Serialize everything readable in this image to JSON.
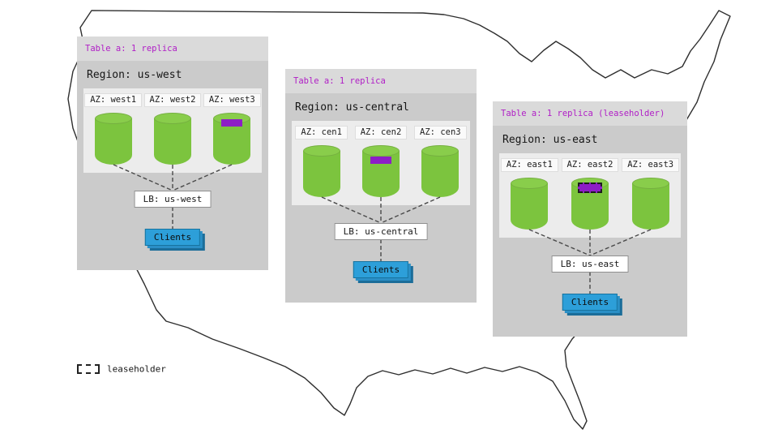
{
  "diagram": {
    "regions": [
      {
        "name": "us-west",
        "table_label": "Table a: 1 replica",
        "region_label": "Region: us-west",
        "azs": [
          {
            "label": "AZ: west1",
            "replica": false,
            "leaseholder": false
          },
          {
            "label": "AZ: west2",
            "replica": false,
            "leaseholder": false
          },
          {
            "label": "AZ: west3",
            "replica": true,
            "leaseholder": false
          }
        ],
        "lb_label": "LB: us-west",
        "clients_label": "Clients"
      },
      {
        "name": "us-central",
        "table_label": "Table a: 1 replica",
        "region_label": "Region: us-central",
        "azs": [
          {
            "label": "AZ: cen1",
            "replica": false,
            "leaseholder": false
          },
          {
            "label": "AZ: cen2",
            "replica": true,
            "leaseholder": false
          },
          {
            "label": "AZ: cen3",
            "replica": false,
            "leaseholder": false
          }
        ],
        "lb_label": "LB: us-central",
        "clients_label": "Clients"
      },
      {
        "name": "us-east",
        "table_label": "Table a: 1 replica (leaseholder)",
        "region_label": "Region: us-east",
        "azs": [
          {
            "label": "AZ: east1",
            "replica": false,
            "leaseholder": false
          },
          {
            "label": "AZ: east2",
            "replica": true,
            "leaseholder": true
          },
          {
            "label": "AZ: east3",
            "replica": false,
            "leaseholder": false
          }
        ],
        "lb_label": "LB: us-east",
        "clients_label": "Clients"
      }
    ],
    "legend": {
      "label": "leaseholder"
    },
    "colors": {
      "accent_purple_text": "#b01ec6",
      "replica_purple": "#8d1ec6",
      "cylinder_green": "#7cc43e",
      "clients_blue": "#2d9fd9",
      "panel_gray": "#cbcbcb",
      "panel_title_gray": "#dadada",
      "az_box_gray": "#ececec"
    }
  }
}
